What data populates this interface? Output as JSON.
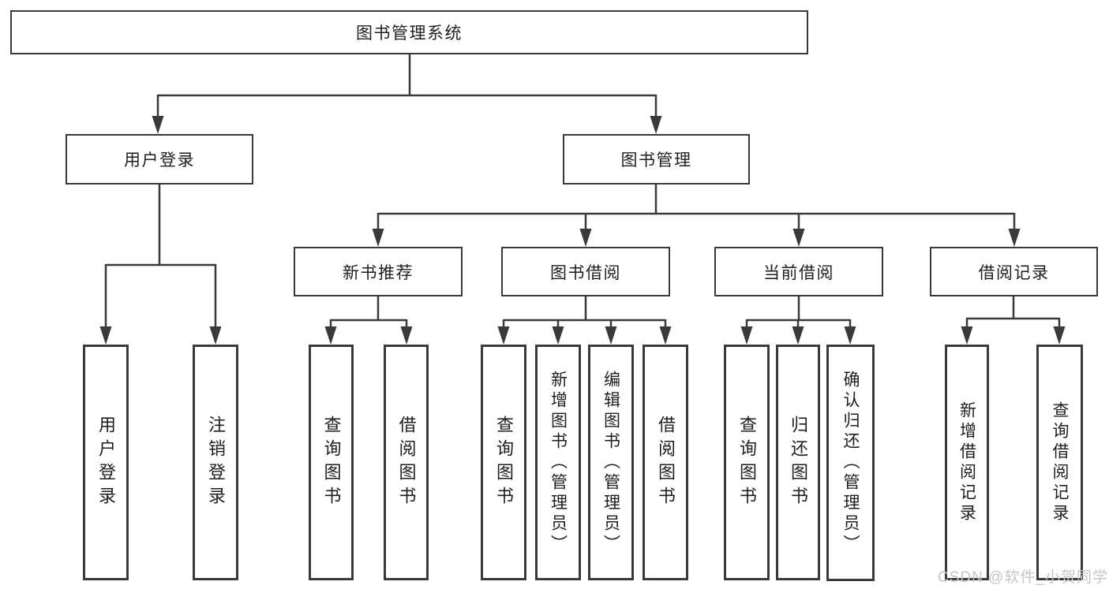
{
  "tree": {
    "label": "图书管理系统",
    "children": [
      {
        "label": "用户登录",
        "children": [
          {
            "label": "用户登录"
          },
          {
            "label": "注销登录"
          }
        ]
      },
      {
        "label": "图书管理",
        "children": [
          {
            "label": "新书推荐",
            "children": [
              {
                "label": "查询图书"
              },
              {
                "label": "借阅图书"
              }
            ]
          },
          {
            "label": "图书借阅",
            "children": [
              {
                "label": "查询图书"
              },
              {
                "label": "新增图书（管理员）"
              },
              {
                "label": "编辑图书（管理员）"
              },
              {
                "label": "借阅图书"
              }
            ]
          },
          {
            "label": "当前借阅",
            "children": [
              {
                "label": "查询图书"
              },
              {
                "label": "归还图书"
              },
              {
                "label": "确认归还（管理员）"
              }
            ]
          },
          {
            "label": "借阅记录",
            "children": [
              {
                "label": "新增借阅记录"
              },
              {
                "label": "查询借阅记录"
              }
            ]
          }
        ]
      }
    ]
  },
  "watermark": {
    "text": "CSDN @软件_小贺同学"
  },
  "colors": {
    "line": "#3a3a3a",
    "box_border": "#3a3a3a",
    "text": "#1e1e1e",
    "watermark": "#c6c6c6",
    "background": "#ffffff"
  }
}
